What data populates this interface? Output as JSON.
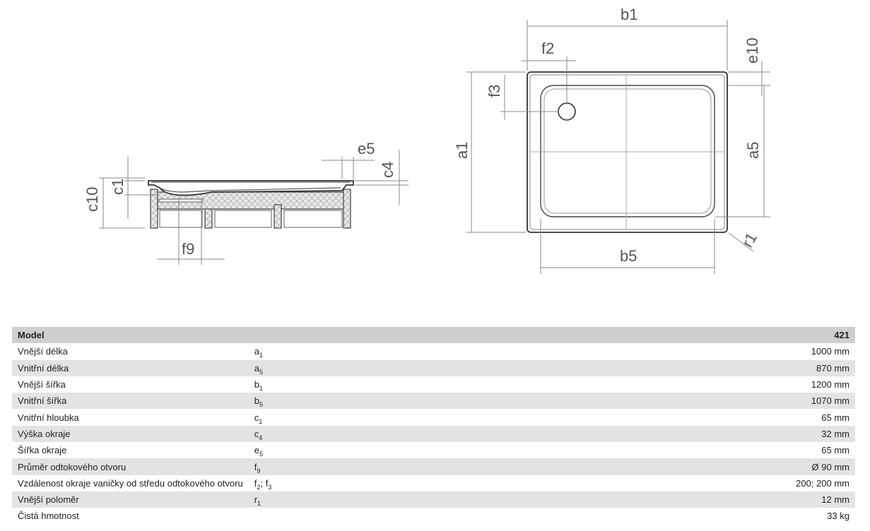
{
  "drawing": {
    "labels": {
      "b1": "b1",
      "f2": "f2",
      "e10": "e10",
      "f3": "f3",
      "a1": "a1",
      "a5": "a5",
      "b5": "b5",
      "r1": "r1",
      "e5": "e5",
      "c4": "c4",
      "c1": "c1",
      "c10": "c10",
      "f9": "f9"
    }
  },
  "table": {
    "header": {
      "label": "Model",
      "value": "421"
    },
    "rows": [
      {
        "label": "Vnější délka",
        "sym": "a",
        "sub": "1",
        "sym2": "",
        "sub2": "",
        "value": "1000 mm"
      },
      {
        "label": "Vnitřní délka",
        "sym": "a",
        "sub": "5",
        "sym2": "",
        "sub2": "",
        "value": "870 mm"
      },
      {
        "label": "Vnější šířka",
        "sym": "b",
        "sub": "1",
        "sym2": "",
        "sub2": "",
        "value": "1200 mm"
      },
      {
        "label": "Vnitřní šířka",
        "sym": "b",
        "sub": "5",
        "sym2": "",
        "sub2": "",
        "value": "1070 mm"
      },
      {
        "label": "Vnitřní hloubka",
        "sym": "c",
        "sub": "1",
        "sym2": "",
        "sub2": "",
        "value": "65 mm"
      },
      {
        "label": "Výška okraje",
        "sym": "c",
        "sub": "4",
        "sym2": "",
        "sub2": "",
        "value": "32 mm"
      },
      {
        "label": "Šířka okraje",
        "sym": "e",
        "sub": "5",
        "sym2": "",
        "sub2": "",
        "value": "65 mm"
      },
      {
        "label": "Průměr odtokového otvoru",
        "sym": "f",
        "sub": "9",
        "sym2": "",
        "sub2": "",
        "value": "Ø 90 mm"
      },
      {
        "label": "Vzdálenost okraje vaničky od středu odtokového otvoru",
        "sym": "f",
        "sub": "2",
        "sym2": "; f",
        "sub2": "3",
        "value": "200; 200 mm"
      },
      {
        "label": "Vnější poloměr",
        "sym": "r",
        "sub": "1",
        "sym2": "",
        "sub2": "",
        "value": "12 mm"
      },
      {
        "label": "Čistá hmotnost",
        "sym": "",
        "sub": "",
        "sym2": "",
        "sub2": "",
        "value": "33 kg"
      }
    ]
  }
}
